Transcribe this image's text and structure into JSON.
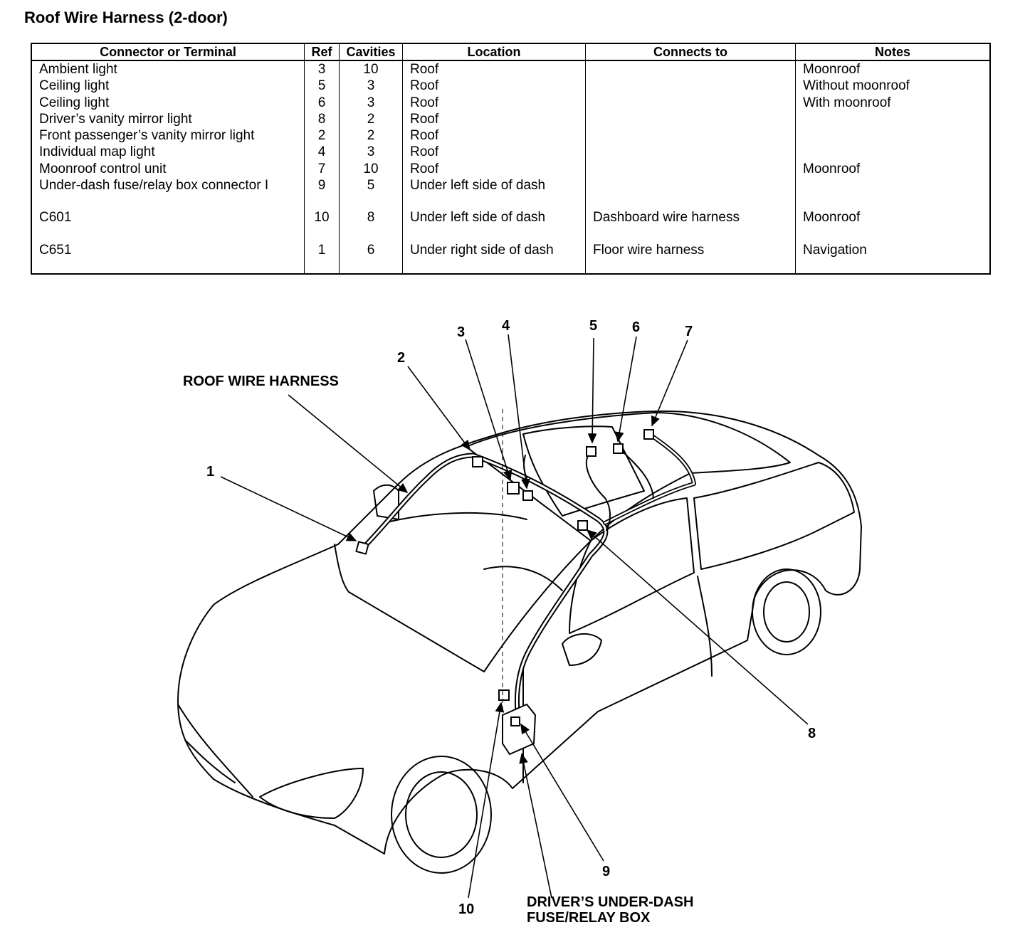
{
  "title": "Roof Wire Harness (2-door)",
  "table": {
    "headers": [
      "Connector or Terminal",
      "Ref",
      "Cavities",
      "Location",
      "Connects to",
      "Notes"
    ],
    "rows": [
      {
        "connector": "Ambient light",
        "ref": "3",
        "cavities": "10",
        "location": "Roof",
        "connects_to": "",
        "notes": "Moonroof"
      },
      {
        "connector": "Ceiling light",
        "ref": "5",
        "cavities": "3",
        "location": "Roof",
        "connects_to": "",
        "notes": "Without moonroof"
      },
      {
        "connector": "Ceiling light",
        "ref": "6",
        "cavities": "3",
        "location": "Roof",
        "connects_to": "",
        "notes": "With moonroof"
      },
      {
        "connector": "Driver’s vanity mirror light",
        "ref": "8",
        "cavities": "2",
        "location": "Roof",
        "connects_to": "",
        "notes": ""
      },
      {
        "connector": "Front passenger’s vanity mirror light",
        "ref": "2",
        "cavities": "2",
        "location": "Roof",
        "connects_to": "",
        "notes": ""
      },
      {
        "connector": "Individual map light",
        "ref": "4",
        "cavities": "3",
        "location": "Roof",
        "connects_to": "",
        "notes": ""
      },
      {
        "connector": "Moonroof control unit",
        "ref": "7",
        "cavities": "10",
        "location": "Roof",
        "connects_to": "",
        "notes": "Moonroof"
      },
      {
        "connector": "Under-dash fuse/relay box connector I",
        "ref": "9",
        "cavities": "5",
        "location": "Under left side of dash",
        "connects_to": "",
        "notes": ""
      },
      {
        "connector": "C601",
        "ref": "10",
        "cavities": "8",
        "location": "Under left side of dash",
        "connects_to": "Dashboard wire harness",
        "notes": "Moonroof"
      },
      {
        "connector": "C651",
        "ref": "1",
        "cavities": "6",
        "location": "Under right side of dash",
        "connects_to": "Floor wire harness",
        "notes": "Navigation"
      }
    ]
  },
  "diagram": {
    "labels": {
      "harness": "ROOF WIRE HARNESS",
      "fuse_box_line1": "DRIVER’S UNDER-DASH",
      "fuse_box_line2": "FUSE/RELAY BOX"
    },
    "callouts": [
      "1",
      "2",
      "3",
      "4",
      "5",
      "6",
      "7",
      "8",
      "9",
      "10"
    ]
  }
}
